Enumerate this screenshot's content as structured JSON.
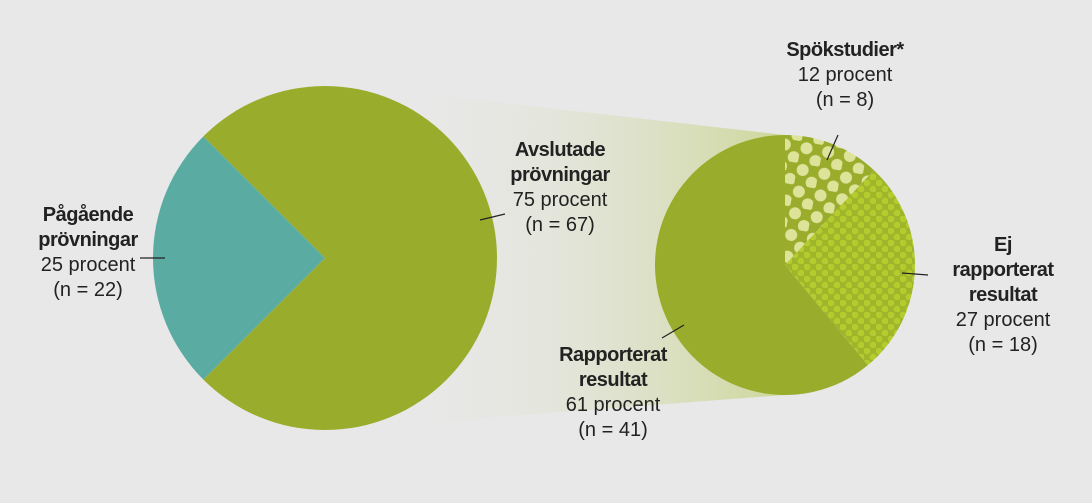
{
  "chart_data": {
    "type": "pie",
    "subtype": "pie-of-pie",
    "main": {
      "slices": [
        {
          "label": "Pågående prövningar",
          "percent": 25,
          "n": 22,
          "value_text": "25 procent",
          "n_text": "(n = 22)",
          "color": "#5aaba2"
        },
        {
          "label": "Avslutade prövningar",
          "percent": 75,
          "n": 67,
          "value_text": "75 procent",
          "n_text": "(n = 67)",
          "color": "#9aac2c"
        }
      ]
    },
    "breakdown": {
      "of": "Avslutade prövningar",
      "slices": [
        {
          "label": "Spökstudier*",
          "percent": 12,
          "n": 8,
          "value_text": "12 procent",
          "n_text": "(n = 8)",
          "color": "#9aac2c",
          "pattern": "large-dots"
        },
        {
          "label": "Ej rapporterat resultat",
          "label_lines": [
            "Ej",
            "rapporterat",
            "resultat"
          ],
          "percent": 27,
          "n": 18,
          "value_text": "27 procent",
          "n_text": "(n = 18)",
          "color": "#9fb52a",
          "pattern": "small-dots"
        },
        {
          "label": "Rapporterat resultat",
          "label_lines": [
            "Rapporterat",
            "resultat"
          ],
          "percent": 61,
          "n": 41,
          "value_text": "61 procent",
          "n_text": "(n = 41)",
          "color": "#9aac2c",
          "pattern": "solid"
        }
      ]
    }
  },
  "labels": {
    "pagaende": [
      "Pågående",
      "prövningar"
    ],
    "avslutade": [
      "Avslutade",
      "prövningar"
    ]
  }
}
